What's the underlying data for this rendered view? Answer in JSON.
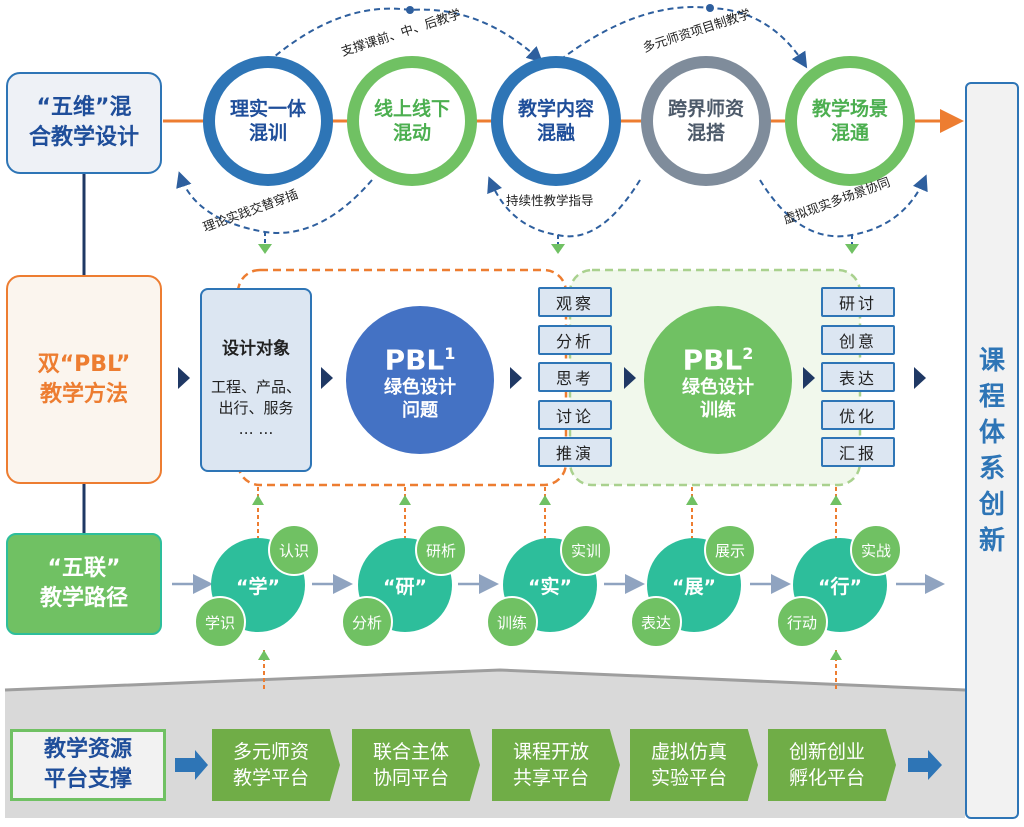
{
  "row_labels": {
    "design": "“五维”混\n合教学设计",
    "method": "双“PBL”\n教学方法",
    "path": "“五联”\n教学路径",
    "platform": "教学资源\n平台支撑"
  },
  "five_dimensions": [
    {
      "label": "理实一体\n混训",
      "color": "#2E75B6",
      "text": "#1F4E9A"
    },
    {
      "label": "线上线下\n混动",
      "color": "#70C163",
      "text": "#4CAF50"
    },
    {
      "label": "教学内容\n混融",
      "color": "#2E75B6",
      "text": "#1F4E9A"
    },
    {
      "label": "跨界师资\n混搭",
      "color": "#7F8C9B",
      "text": "#4D5A6A"
    },
    {
      "label": "教学场景\n混通",
      "color": "#70C163",
      "text": "#4CAF50"
    }
  ],
  "arc_labels": {
    "top_left": "支撑课前、中、后教学",
    "top_right": "多元师资项目制教学",
    "bottom_left": "理论实践交替穿插",
    "bottom_mid": "持续性教学指导",
    "bottom_right": "虚拟现实多场景协同"
  },
  "design_object": {
    "title": "设计对象",
    "body": "工程、产品、\n出行、服务\n… …"
  },
  "pbl1": {
    "main": "PBL",
    "sup": "1",
    "sub": "绿色设计\n问题"
  },
  "pbl2": {
    "main": "PBL",
    "sup": "2",
    "sub": "绿色设计\n训练"
  },
  "steps1": [
    "观察",
    "分析",
    "思考",
    "讨论",
    "推演"
  ],
  "steps2": [
    "研讨",
    "创意",
    "表达",
    "优化",
    "汇报"
  ],
  "path_nodes": [
    {
      "main": "“学”",
      "top": "认识",
      "bottom": "学识"
    },
    {
      "main": "“研”",
      "top": "研析",
      "bottom": "分析"
    },
    {
      "main": "“实”",
      "top": "实训",
      "bottom": "训练"
    },
    {
      "main": "“展”",
      "top": "展示",
      "bottom": "表达"
    },
    {
      "main": "“行”",
      "top": "实战",
      "bottom": "行动"
    }
  ],
  "platforms": [
    "多元师资\n教学平台",
    "联合主体\n协同平台",
    "课程开放\n共享平台",
    "虚拟仿真\n实验平台",
    "创新创业\n孵化平台"
  ],
  "side_label": "课\n程\n体\n系\n创\n新",
  "colors": {
    "blue": "#2E75B6",
    "green": "#70C163",
    "orange": "#ED7D31",
    "teal": "#2DBE9B",
    "navy": "#1F3864"
  }
}
